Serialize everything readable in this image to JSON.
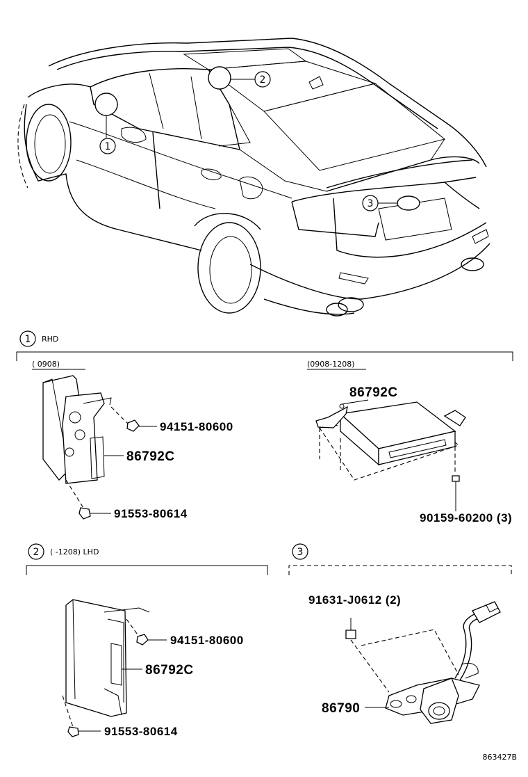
{
  "sections": {
    "s1": {
      "number": "1",
      "title": "RHD",
      "variants": [
        {
          "period": "(      0908)",
          "parts": [
            "94151-80600",
            "86792C",
            "91553-80614"
          ]
        },
        {
          "period": "(0908-1208)",
          "parts": [
            "86792C",
            "90159-60200 (3)"
          ]
        }
      ]
    },
    "s2": {
      "number": "2",
      "title": "(      -1208) LHD",
      "parts": [
        "94151-80600",
        "86792C",
        "91553-80614"
      ]
    },
    "s3": {
      "number": "3",
      "parts": [
        "91631-J0612 (2)",
        "86790"
      ]
    }
  },
  "overview": {
    "callouts": [
      "1",
      "2",
      "3"
    ]
  },
  "figure_code": "863427B"
}
